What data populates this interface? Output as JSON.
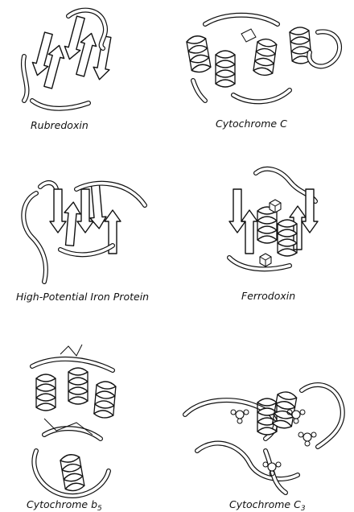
{
  "panels": [
    {
      "label": "Rubredoxin"
    },
    {
      "label": "Cytochrome C"
    },
    {
      "label": "High-Potential Iron Protein"
    },
    {
      "label": "Ferrodoxin"
    },
    {
      "label": "Cytochrome b",
      "subscript": "5"
    },
    {
      "label": "Cytochrome C",
      "subscript": "3"
    }
  ]
}
